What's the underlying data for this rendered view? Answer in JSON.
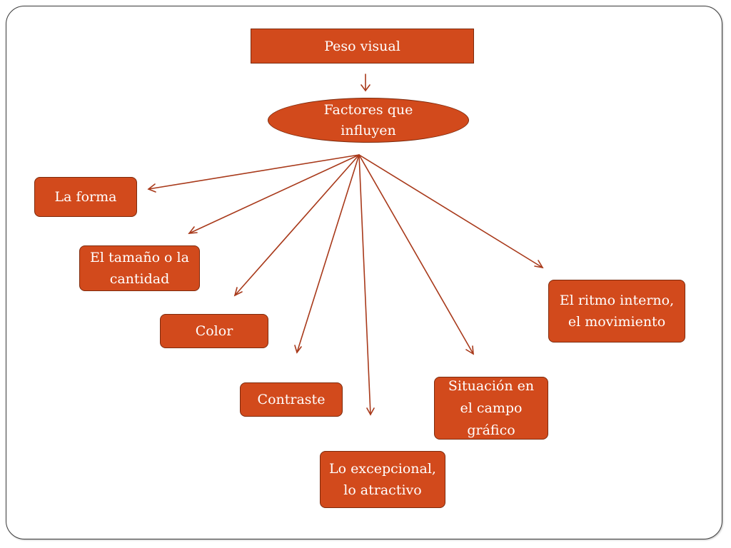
{
  "diagram": {
    "root": "Peso visual",
    "center": "Factores que\ninfluyen",
    "factors": [
      "La forma",
      "El tamaño o la\ncantidad",
      "Color",
      "Contraste",
      "Lo excepcional,\nlo atractivo",
      "Situación en\nel campo\ngráfico",
      "El ritmo interno,\nel movimiento"
    ]
  },
  "colors": {
    "node_fill": "#d24a1c",
    "node_border": "#7d2a0c",
    "arrow": "#a8391a"
  }
}
